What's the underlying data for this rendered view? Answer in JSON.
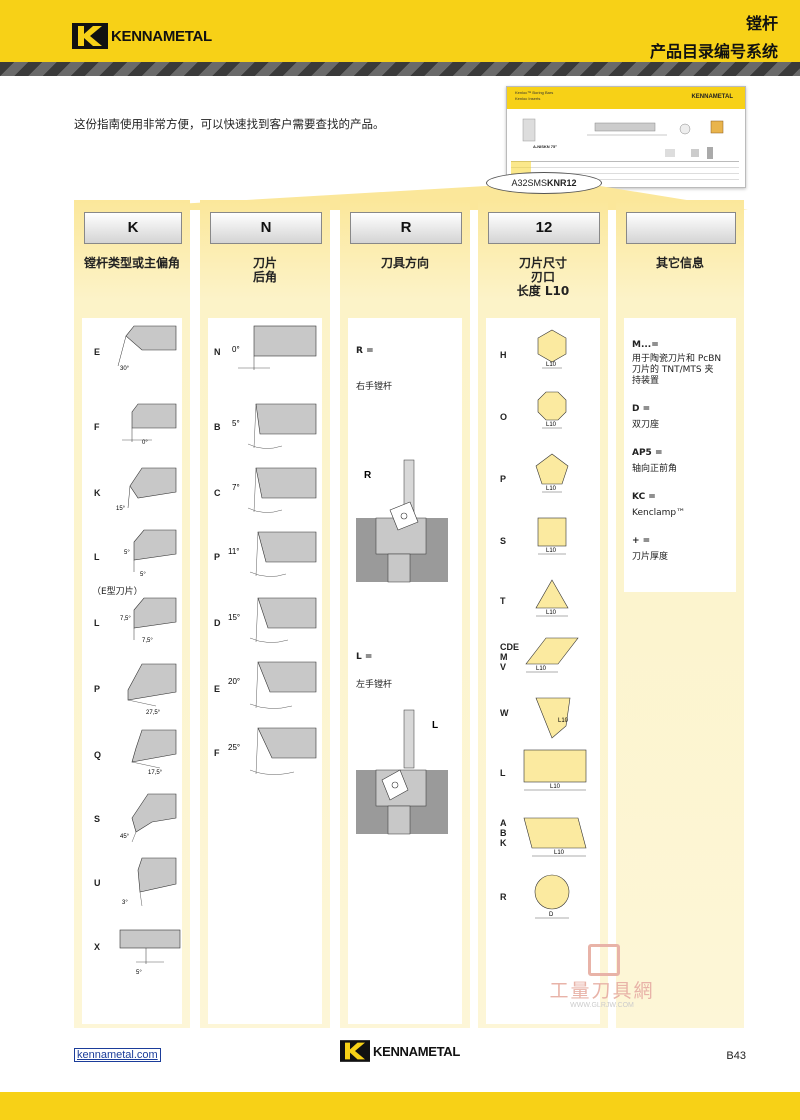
{
  "header": {
    "brand": "KENNAMETAL",
    "title_line1": "镗杆",
    "title_line2": "产品目录编号系统"
  },
  "intro": "这份指南使用非常方便，可以快速找到客户需要查找的产品。",
  "catalog_thumb": {
    "line1": "Kenloc™ Boring Bars",
    "line2": "Kenloc Inserts",
    "brand": "KENNAMETAL",
    "section": "A-NISKN 75°"
  },
  "example_code": {
    "prefix": "A32SMS",
    "highlight": "KNR12"
  },
  "columns": [
    {
      "code": "K",
      "label": "镗杆类型或主偏角"
    },
    {
      "code": "N",
      "label": "刀片\n后角"
    },
    {
      "code": "R",
      "label": "刀具方向"
    },
    {
      "code": "12",
      "label": "刀片尺寸\n刃口\n长度 L10"
    },
    {
      "code": "",
      "label": "其它信息"
    }
  ],
  "k_rows": [
    {
      "letter": "E",
      "angle": "30°"
    },
    {
      "letter": "F",
      "angle": "0°"
    },
    {
      "letter": "K",
      "angle": "15°"
    },
    {
      "letter": "L",
      "angle": "5°",
      "angle2": "5°",
      "note": "（E型刀片）"
    },
    {
      "letter": "L",
      "angle": "7,5°",
      "angle2": "7,5°"
    },
    {
      "letter": "P",
      "angle": "27,5°"
    },
    {
      "letter": "Q",
      "angle": "17,5°"
    },
    {
      "letter": "S",
      "angle": "45°"
    },
    {
      "letter": "U",
      "angle": "3°"
    },
    {
      "letter": "X",
      "angle": "5°"
    }
  ],
  "n_rows": [
    {
      "letter": "N",
      "angle": "0°"
    },
    {
      "letter": "B",
      "angle": "5°"
    },
    {
      "letter": "C",
      "angle": "7°"
    },
    {
      "letter": "P",
      "angle": "11°"
    },
    {
      "letter": "D",
      "angle": "15°"
    },
    {
      "letter": "E",
      "angle": "20°"
    },
    {
      "letter": "F",
      "angle": "25°"
    }
  ],
  "r_items": [
    {
      "code": "R =",
      "desc": "右手镗杆",
      "diagram_label": "R"
    },
    {
      "code": "L =",
      "desc": "左手镗杆",
      "diagram_label": "L"
    }
  ],
  "size_rows": [
    {
      "letter": "H",
      "dim": "L10"
    },
    {
      "letter": "O",
      "dim": "L10"
    },
    {
      "letter": "P",
      "dim": "L10"
    },
    {
      "letter": "S",
      "dim": "L10"
    },
    {
      "letter": "T",
      "dim": "L10"
    },
    {
      "letter": "CDE\nM\nV",
      "dim": "L10"
    },
    {
      "letter": "W",
      "dim": "L10"
    },
    {
      "letter": "L",
      "dim": "L10"
    },
    {
      "letter": "A\nB\nK",
      "dim": "L10"
    },
    {
      "letter": "R",
      "dim": "D"
    }
  ],
  "other_info": [
    {
      "code": "M...=",
      "desc": "用于陶瓷刀片和 PcBN\n刀片的 TNT/MTS 夹\n持装置"
    },
    {
      "code": "D =",
      "desc": "双刀座"
    },
    {
      "code": "AP5 =",
      "desc": "轴向正前角"
    },
    {
      "code": "KC =",
      "desc": "Kenclamp™"
    },
    {
      "code": "+ =",
      "desc": "刀片厚度"
    }
  ],
  "footer": {
    "link": "kennametal.com",
    "brand": "KENNAMETAL",
    "page": "B43"
  },
  "watermark": {
    "text": "工量刀具網",
    "url": "WWW.GLRJW.COM"
  },
  "colors": {
    "accent": "#f7d117",
    "panel": "#fdf6d7",
    "insert": "#fbeaa0"
  }
}
